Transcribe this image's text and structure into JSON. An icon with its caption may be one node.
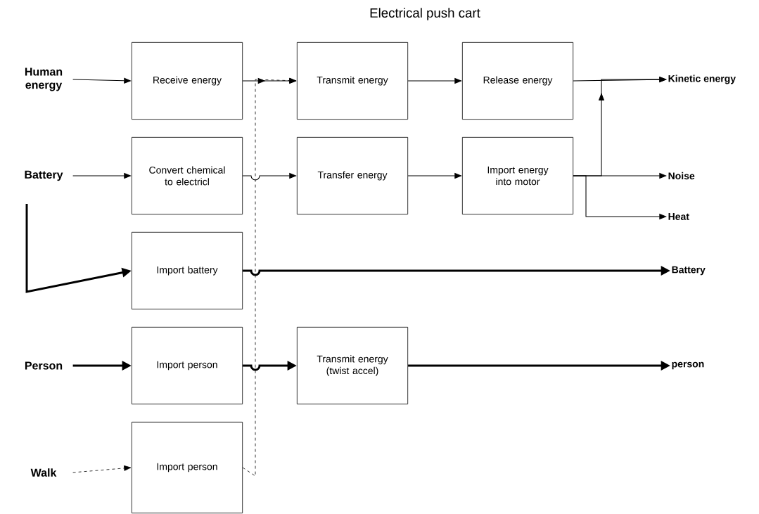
{
  "diagram": {
    "title": "Electrical push cart",
    "nodes": [
      {
        "text": [
          "Human energy"
        ]
      },
      {
        "text": [
          "Receive energy"
        ]
      },
      {
        "text": [
          "Transmit energy"
        ]
      },
      {
        "text": [
          "Release energy"
        ]
      },
      {
        "text": [
          "Kinetic energy"
        ]
      },
      {
        "text": [
          "Battery"
        ]
      },
      {
        "text": [
          "Convert chemical to electricl"
        ]
      },
      {
        "text": [
          "Transfer energy"
        ]
      },
      {
        "text": [
          "Import energy into motor"
        ]
      },
      {
        "text": [
          "Noise"
        ]
      },
      {
        "text": [
          "Heat"
        ]
      },
      {
        "text": [
          "Import battery"
        ]
      },
      {
        "text": [
          "Battery"
        ]
      },
      {
        "text": [
          "Person"
        ]
      },
      {
        "text": [
          "Import person"
        ]
      },
      {
        "text": [
          "Transmit energy (twist accel)"
        ]
      },
      {
        "text": [
          "person"
        ]
      },
      {
        "text": [
          "Walk"
        ]
      },
      {
        "text": [
          "Import person"
        ]
      }
    ],
    "edges": [
      {
        "from": 0,
        "to": 1,
        "arrow": "to"
      },
      {
        "from": 1,
        "to": 2,
        "arrow": "to"
      },
      {
        "from": 2,
        "to": 3,
        "arrow": "to"
      },
      {
        "from": 3,
        "to": 4,
        "arrow": "to"
      },
      {
        "from": 5,
        "to": 6,
        "arrow": "to"
      },
      {
        "from": 6,
        "to": 7,
        "arrow": "to"
      },
      {
        "from": 7,
        "to": 8,
        "arrow": "to"
      },
      {
        "from": 8,
        "to": 9,
        "arrow": "to"
      },
      {
        "from": 8,
        "to": 10,
        "arrow": "to"
      },
      {
        "from": 8,
        "to": 4,
        "arrow": "to"
      },
      {
        "from": 5,
        "to": 11,
        "arrow": "to",
        "style": "thick"
      },
      {
        "from": 11,
        "to": 12,
        "arrow": "to",
        "style": "thick"
      },
      {
        "from": 13,
        "to": 14,
        "arrow": "to",
        "style": "thick"
      },
      {
        "from": 14,
        "to": 15,
        "arrow": "to",
        "style": "thick"
      },
      {
        "from": 15,
        "to": 16,
        "arrow": "to",
        "style": "thick"
      },
      {
        "from": 17,
        "to": 18,
        "arrow": "to",
        "style": "dashed"
      },
      {
        "from": 18,
        "to": 2,
        "arrow": "to",
        "style": "dashed"
      }
    ]
  }
}
